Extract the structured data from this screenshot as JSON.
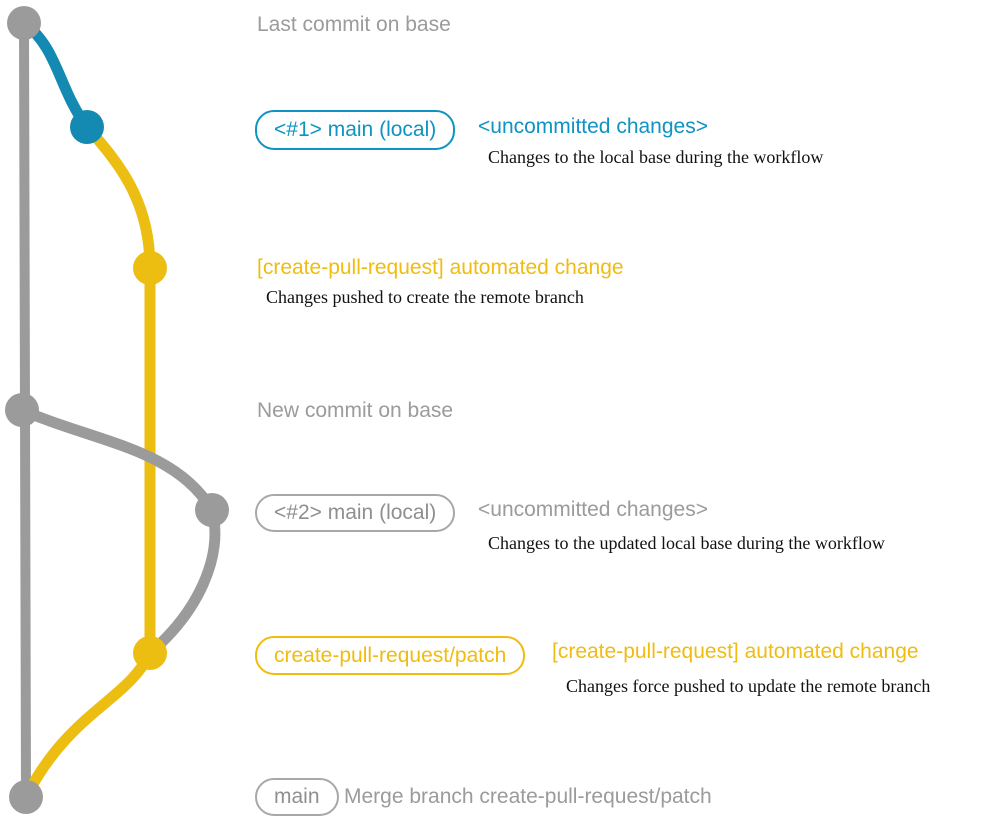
{
  "colors": {
    "gray": "#9b9b9b",
    "gray_light": "#a8a8a8",
    "blue": "#1489b2",
    "blue_text": "#0f93c2",
    "yellow": "#edbe12",
    "yellow_text": "#f0bc10",
    "black": "#111111"
  },
  "graph": {
    "base_branch_color_name": "gray",
    "local_branch_color_name": "blue",
    "remote_branch_color_name": "yellow",
    "commit_count": 7
  },
  "annotations": {
    "last_commit_label": "Last commit on base",
    "row1": {
      "pill": "<#1> main (local)",
      "note": "<uncommitted changes>",
      "desc": "Changes to the local base during the workflow"
    },
    "row2": {
      "head": "[create-pull-request] automated change",
      "desc": "Changes pushed to create the remote branch"
    },
    "new_commit_label": "New commit on base",
    "row4": {
      "pill": "<#2> main (local)",
      "note": "<uncommitted changes>",
      "desc": "Changes to the updated local base during the workflow"
    },
    "row5": {
      "pill": "create-pull-request/patch",
      "head": "[create-pull-request] automated change",
      "desc": "Changes force pushed to update the remote branch"
    },
    "row6": {
      "pill": "main",
      "text": "Merge branch create-pull-request/patch"
    }
  }
}
